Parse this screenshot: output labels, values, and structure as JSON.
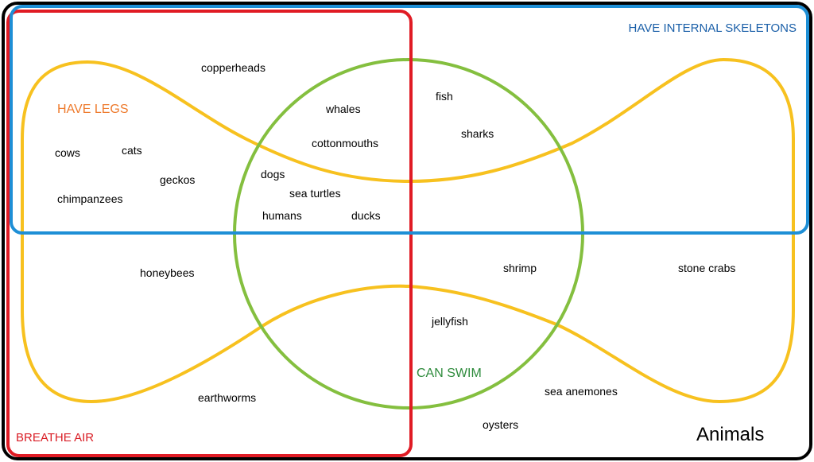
{
  "set_labels": {
    "internal_skeletons": "HAVE INTERNAL SKELETONS",
    "legs": "HAVE LEGS",
    "breathe_air": "BREATHE AIR",
    "swim": "CAN SWIM",
    "universe": "Animals"
  },
  "animals": {
    "copperheads": "copperheads",
    "whales": "whales",
    "fish": "fish",
    "sharks": "sharks",
    "cottonmouths": "cottonmouths",
    "cows": "cows",
    "cats": "cats",
    "geckos": "geckos",
    "dogs": "dogs",
    "chimpanzees": "chimpanzees",
    "sea_turtles": "sea turtles",
    "humans": "humans",
    "ducks": "ducks",
    "honeybees": "honeybees",
    "shrimp": "shrimp",
    "stone_crabs": "stone crabs",
    "jellyfish": "jellyfish",
    "earthworms": "earthworms",
    "sea_anemones": "sea anemones",
    "oysters": "oysters"
  },
  "colors": {
    "universe": "#000000",
    "internal_skeletons": "#1e8fd6",
    "legs": "#f7c11f",
    "breathe_air": "#e01b24",
    "swim": "#84bf3f",
    "internal_skeletons_text": "#1a5fa8",
    "legs_text": "#ee7a2c",
    "breathe_air_text": "#d91c24",
    "swim_text": "#2e8b3c",
    "animal_text": "#000000"
  }
}
